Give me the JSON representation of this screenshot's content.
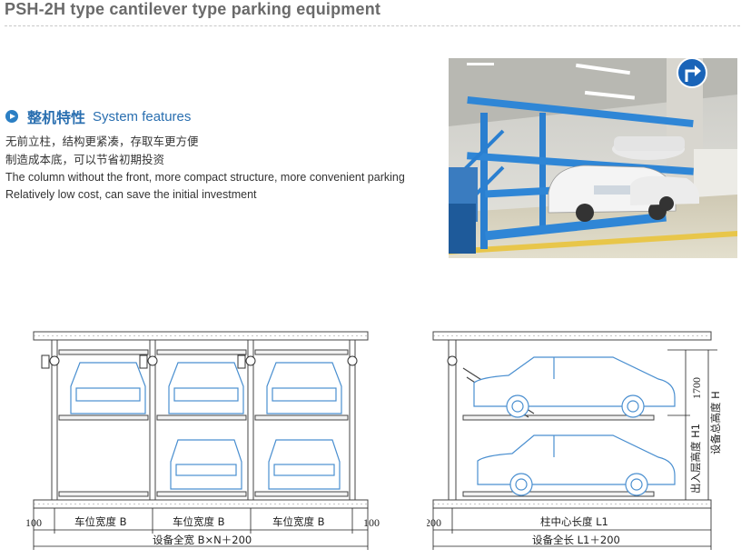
{
  "title": "PSH-2H type cantilever type parking equipment",
  "features": {
    "heading_cn": "整机特性",
    "heading_en": "System features",
    "lines": [
      "无前立柱，结构更紧凑，存取车更方便",
      "制造成本底，可以节省初期投资",
      "The column without the front, more compact structure, more convenient parking",
      "Relatively low cost, can save the initial investment"
    ]
  },
  "photo": {
    "sign": "turn-right-arrow-icon",
    "colors": {
      "frame": "#2a7fd0",
      "floor": "#d9d4c4"
    }
  },
  "front_view": {
    "left_margin": "100",
    "right_margin": "100",
    "bay_labels": [
      "车位宽度 B",
      "车位宽度 B",
      "车位宽度 B"
    ],
    "total_label": "设备全宽 B×N＋200"
  },
  "side_view": {
    "left_margin": "200",
    "column_label": "柱中心长度 L1",
    "total_label": "设备全长 L1＋200",
    "upper_height": "1700",
    "exit_height": "出入层高度 H1",
    "total_height": "设备总高度 H"
  },
  "colors": {
    "accent": "#2a6fb0",
    "car_line": "#4a8fd0",
    "steel": "#555555"
  }
}
